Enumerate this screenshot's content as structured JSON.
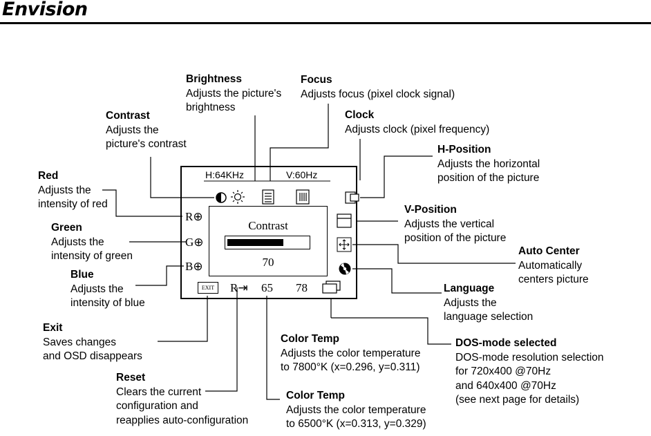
{
  "brand": {
    "logo": "Envision"
  },
  "osd": {
    "h_freq": "H:64KHz",
    "v_freq": "V:60Hz",
    "title": "Contrast",
    "value": "70",
    "level": 0.7,
    "channels": {
      "red": "R⊕",
      "green": "G⊕",
      "blue": "B⊕"
    },
    "exit": "EXIT",
    "reset": "R⇥",
    "temp_6500": "65",
    "temp_7800": "78"
  },
  "callouts": {
    "brightness": {
      "title": "Brightness",
      "desc": [
        "Adjusts the picture's",
        "brightness"
      ]
    },
    "focus": {
      "title": "Focus",
      "desc": [
        "Adjusts focus (pixel clock signal)"
      ]
    },
    "contrast": {
      "title": "Contrast",
      "desc": [
        "Adjusts the",
        "picture's contrast"
      ]
    },
    "clock": {
      "title": "Clock",
      "desc": [
        "Adjusts clock (pixel frequency)"
      ]
    },
    "h_position": {
      "title": "H-Position",
      "desc": [
        "Adjusts the horizontal",
        "position of the picture"
      ]
    },
    "red": {
      "title": "Red",
      "desc": [
        "Adjusts the",
        "intensity of red"
      ]
    },
    "v_position": {
      "title": "V-Position",
      "desc": [
        "Adjusts the vertical",
        "position of the picture"
      ]
    },
    "green": {
      "title": "Green",
      "desc": [
        "Adjusts the",
        "intensity of green"
      ]
    },
    "auto_center": {
      "title": "Auto Center",
      "desc": [
        "Automatically",
        "centers picture"
      ]
    },
    "blue": {
      "title": "Blue",
      "desc": [
        "Adjusts the",
        "intensity of blue"
      ]
    },
    "language": {
      "title": "Language",
      "desc": [
        "Adjusts the",
        "language selection"
      ]
    },
    "exit": {
      "title": "Exit",
      "desc": [
        "Saves changes",
        "and OSD disappears"
      ]
    },
    "color_temp_7800": {
      "title": "Color Temp",
      "desc": [
        "Adjusts the color temperature",
        "to 7800°K (x=0.296, y=0.311)"
      ]
    },
    "dos_mode": {
      "title": "DOS-mode selected",
      "desc": [
        "DOS-mode resolution selection",
        "for 720x400 @70Hz",
        "and 640x400 @70Hz",
        "(see next page for details)"
      ]
    },
    "reset": {
      "title": "Reset",
      "desc": [
        "Clears the current",
        "configuration and",
        "reapplies auto-configuration"
      ]
    },
    "color_temp_6500": {
      "title": "Color Temp",
      "desc": [
        "Adjusts the color temperature",
        "to 6500°K (x=0.313, y=0.329)"
      ]
    }
  }
}
